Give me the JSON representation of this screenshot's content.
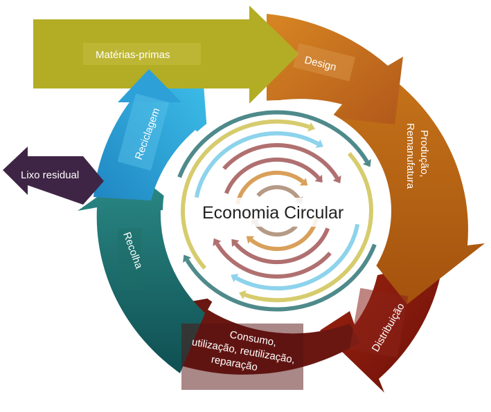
{
  "center_title": "Economia Circular",
  "stages": {
    "materias_primas": {
      "label": "Matérias-primas",
      "color": "#b3ad25"
    },
    "design": {
      "label": "Design",
      "color": "#c8731a"
    },
    "producao": {
      "line1": "Produção,",
      "line2": "Remanufatura",
      "color": "#b0640f"
    },
    "distribuicao": {
      "label": "Distribuição",
      "color": "#8e1a10"
    },
    "consumo": {
      "line1": "Consumo,",
      "line2": "utilização, reutilização,",
      "line3": "reparação",
      "color": "#6a1712"
    },
    "recolha": {
      "label": "Recolha",
      "color": "#1a6b6b"
    },
    "reciclagem": {
      "label": "Reciclagem",
      "color": "#27a6dd"
    },
    "lixo_residual": {
      "label": "Lixo residual",
      "color": "#3f2545"
    }
  },
  "rings": {
    "teal": "#4f8a8b",
    "yellow": "#d6cc6e",
    "blue": "#8dd3ec",
    "rose": "#b07070",
    "orange": "#d9a05a",
    "taupe": "#b59a86"
  }
}
